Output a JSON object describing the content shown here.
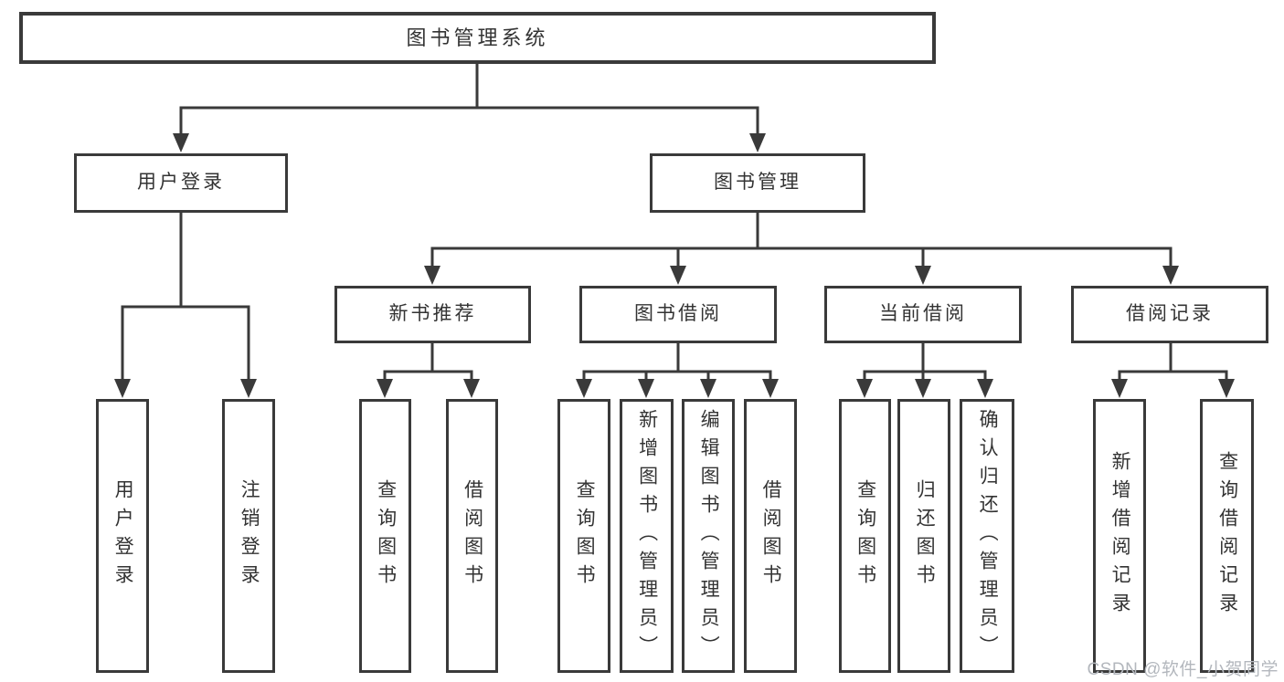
{
  "tree": {
    "root": {
      "label": "图书管理系统"
    },
    "branches": [
      {
        "label": "用户登录",
        "children": [
          {
            "label": "用户登录"
          },
          {
            "label": "注销登录"
          }
        ]
      },
      {
        "label": "图书管理",
        "children": [
          {
            "label": "新书推荐",
            "children": [
              {
                "label": "查询图书"
              },
              {
                "label": "借阅图书"
              }
            ]
          },
          {
            "label": "图书借阅",
            "children": [
              {
                "label": "查询图书"
              },
              {
                "label": "新增图书（管理员）"
              },
              {
                "label": "编辑图书（管理员）"
              },
              {
                "label": "借阅图书"
              }
            ]
          },
          {
            "label": "当前借阅",
            "children": [
              {
                "label": "查询图书"
              },
              {
                "label": "归还图书"
              },
              {
                "label": "确认归还（管理员）"
              }
            ]
          },
          {
            "label": "借阅记录",
            "children": [
              {
                "label": "新增借阅记录"
              },
              {
                "label": "查询借阅记录"
              }
            ]
          }
        ]
      }
    ]
  },
  "watermark": "CSDN @软件_小贺同学",
  "colors": {
    "line": "#3a3a3a",
    "box_border": "#3a3a3a",
    "text": "#333333",
    "watermark": "#b3b7bd",
    "background": "#ffffff"
  }
}
